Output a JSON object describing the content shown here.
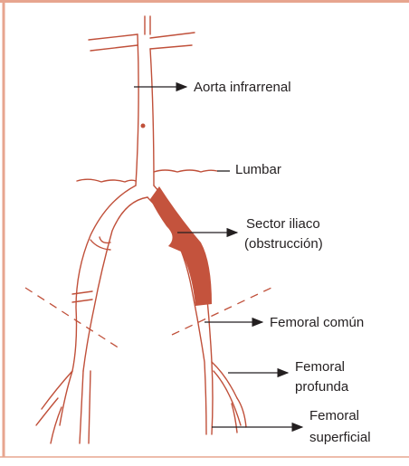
{
  "colors": {
    "frame": "#e7a58f",
    "vessel": "#c0503a",
    "dashed": "#c0503a",
    "obstruction": "#c4533d",
    "arrow": "#231f20",
    "text": "#231f20"
  },
  "labels": {
    "aorta": "Aorta infrarrenal",
    "lumbar": "Lumbar",
    "iliac_line1": "Sector iliaco",
    "iliac_line2": "(obstrucción)",
    "fem_comun": "Femoral común",
    "fem_prof_line1": "Femoral",
    "fem_prof_line2": "profunda",
    "fem_sup_line1": "Femoral",
    "fem_sup_line2": "superficial"
  }
}
